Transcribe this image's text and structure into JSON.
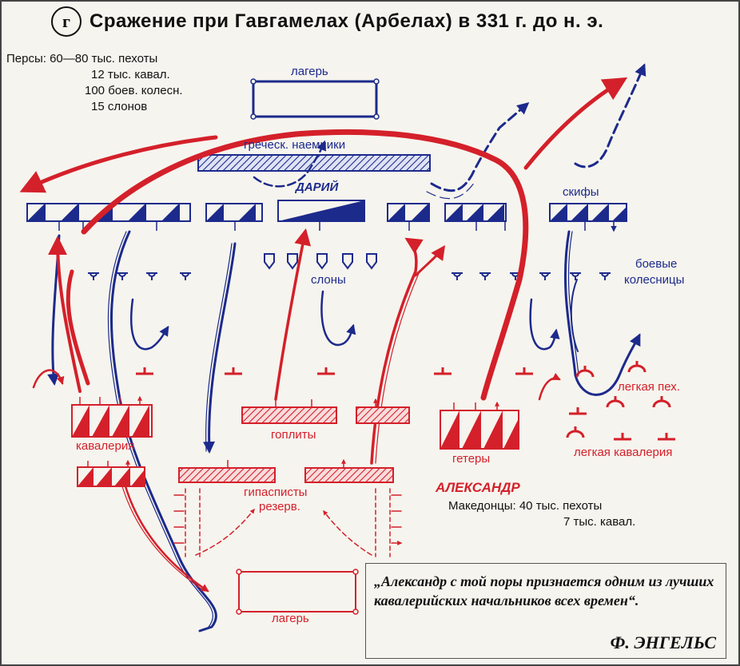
{
  "header": {
    "letter": "г",
    "title": "Сражение при Гавгамелах (Арбелах) в 331 г. до н. э."
  },
  "persians": {
    "lines": [
      "Персы: 60—80 тыс. пехоты",
      "12 тыс. кавал.",
      "100 боев. колесн.",
      "15 слонов"
    ]
  },
  "macedonians": {
    "lines": [
      "Македонцы: 40 тыс. пехоты",
      "7 тыс. кавал."
    ]
  },
  "labels": {
    "persian_camp": "лагерь",
    "greek_mercenaries": "греческ. наемники",
    "darius": "ДАРИЙ",
    "scythians": "скифы",
    "chariots_1": "боевые",
    "chariots_2": "колесницы",
    "elephants": "слоны",
    "light_infantry": "легкая пех.",
    "light_cavalry": "легкая кавалерия",
    "cavalry": "кавалерия",
    "hoplites": "гоплиты",
    "hetairoi": "гетеры",
    "alexander": "АЛЕКСАНДР",
    "hypaspists": "гипасписты",
    "reserve": "резерв.",
    "macedonian_camp": "лагерь"
  },
  "quote": {
    "text": "„Александр с той поры признается одним из лучших кавалерийских начальников всех времен“.",
    "author": "Ф. ЭНГЕЛЬС"
  },
  "colors": {
    "persian": "#1c2a8c",
    "macedonian": "#d4202a",
    "background": "#f6f4ee"
  }
}
